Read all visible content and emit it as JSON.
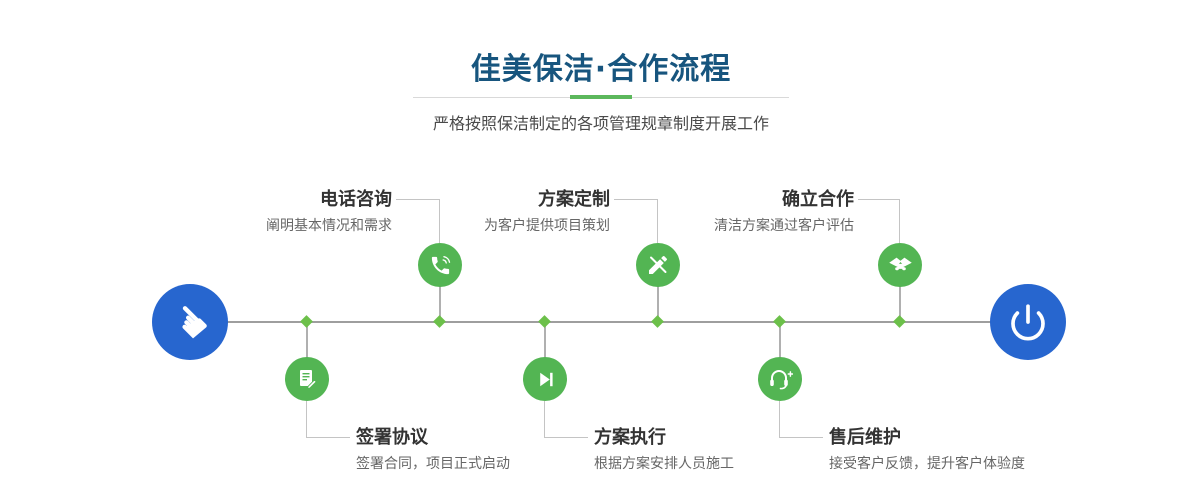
{
  "header": {
    "title": "佳美保洁·合作流程",
    "subtitle": "严格按照保洁制定的各项管理规章制度开展工作"
  },
  "steps": {
    "top": [
      {
        "title": "电话咨询",
        "desc": "阐明基本情况和需求",
        "icon": "phone-icon"
      },
      {
        "title": "方案定制",
        "desc": "为客户提供项目策划",
        "icon": "design-tools-icon"
      },
      {
        "title": "确立合作",
        "desc": "清洁方案通过客户评估",
        "icon": "handshake-icon"
      }
    ],
    "bottom": [
      {
        "title": "签署协议",
        "desc": "签署合同，项目正式启动",
        "icon": "contract-icon"
      },
      {
        "title": "方案执行",
        "desc": "根据方案安排人员施工",
        "icon": "execute-play-icon"
      },
      {
        "title": "售后维护",
        "desc": "接受客户反馈，提升客户体验度",
        "icon": "customer-service-icon"
      }
    ]
  },
  "timeline": {
    "start_icon": "hand-pointer-icon",
    "end_icon": "power-icon"
  },
  "colors": {
    "title_blue": "#17557e",
    "node_green": "#53b553",
    "endpoint_blue": "#2766cf",
    "accent_green": "#5cb85c"
  }
}
